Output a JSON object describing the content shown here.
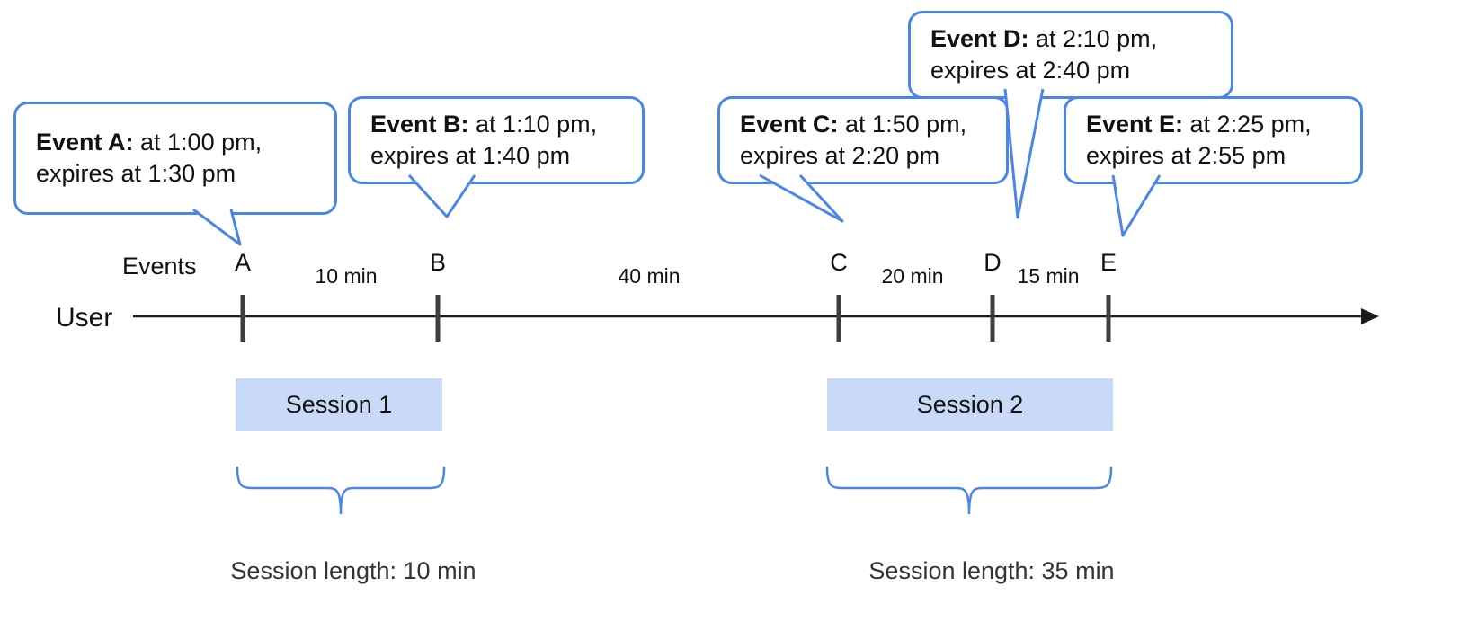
{
  "colors": {
    "accent": "#4a86e8",
    "session_fill": "#c9daf8",
    "tick": "#3d3d3d"
  },
  "bubbles": [
    {
      "bold": "Event A:",
      "line1_rest": " at 1:00 pm,",
      "line2": "expires at 1:30 pm"
    },
    {
      "bold": "Event B:",
      "line1_rest": " at 1:10 pm,",
      "line2": "expires at 1:40 pm"
    },
    {
      "bold": "Event C:",
      "line1_rest": " at 1:50 pm,",
      "line2": "expires at 2:20 pm"
    },
    {
      "bold": "Event D:",
      "line1_rest": " at 2:10 pm,",
      "line2": "expires at 2:40 pm"
    },
    {
      "bold": "Event E:",
      "line1_rest": " at 2:25 pm,",
      "line2": "expires at 2:55 pm"
    }
  ],
  "timeline": {
    "events_label": "Events",
    "user_label": "User",
    "event_letters": [
      "A",
      "B",
      "C",
      "D",
      "E"
    ],
    "intervals": [
      "10 min",
      "40 min",
      "20 min",
      "15 min"
    ]
  },
  "sessions": [
    {
      "label": "Session 1",
      "length_label": "Session length: 10 min"
    },
    {
      "label": "Session 2",
      "length_label": "Session length: 35 min"
    }
  ]
}
